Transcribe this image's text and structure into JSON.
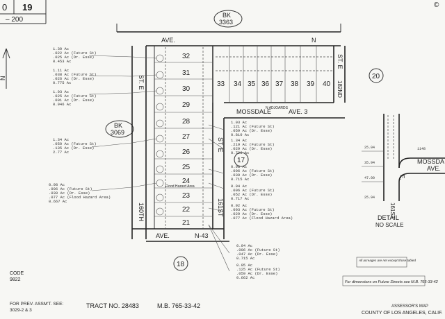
{
  "header": {
    "sheet_left": "0",
    "sheet_number": "19",
    "sheet_sub": "– 200",
    "sheet_right": "©"
  },
  "book_labels": [
    {
      "bk": "BK",
      "num": "3363"
    },
    {
      "bk": "BK",
      "num": "3069"
    }
  ],
  "north_arrow": "N",
  "streets": {
    "ave_top": "AVE.",
    "ave_top_n": "N",
    "st_e_left": "ST. E",
    "st_e_right": "ST. E",
    "st_182nd": "182ND",
    "mossdale": "MOSSDALE",
    "mossdale_ave": "AVE. 3",
    "mossdale_note": "N ADJOARDS",
    "street_160th": "160TH",
    "street_161st": "161ST",
    "st_e_mid": "ST. E",
    "ave_bottom": "AVE.",
    "ave_bottom_n": "N-43"
  },
  "lots_west": [
    "32",
    "31",
    "30",
    "29",
    "28",
    "27",
    "26",
    "25",
    "24",
    "23",
    "22",
    "21"
  ],
  "lots_east": [
    "33",
    "34",
    "35",
    "36",
    "37",
    "38",
    "39",
    "40"
  ],
  "circles": [
    {
      "n": "20"
    },
    {
      "n": "17"
    },
    {
      "n": "18"
    }
  ],
  "left_notes": [
    [
      "1.30 Ac",
      ".022 Ac (Future St)",
      ".025 Ac (Dr. Esse)",
      "0.453 Ac"
    ],
    [
      "1.11 Ac",
      ".038 Ac (Future St)",
      ".026 Ac (Dr. Esse)",
      "0.775 Ac"
    ],
    [
      "1.03 Ac",
      ".025 Ac (Future St)",
      ".001 Ac (Dr. Esse)",
      "0.946 Ac"
    ],
    [
      "1.34 Ac",
      ".050 Ac (Future St)",
      ".135 Ac (Dr. Esse)",
      "2.77 Ac"
    ],
    [
      "0.98 Ac",
      ".006 Ac (Future St)",
      ".039 Ac (Dr. Esse)",
      ".077 Ac (Flood Hazard Area)",
      "0.667 Ac"
    ]
  ],
  "right_notes": [
    [
      "1.03 Ac",
      ".121 Ac (Future St)",
      ".059 Ac (Dr. Esse)",
      "0.810 Ac"
    ],
    [
      "1.34 Ac",
      ".219 Ac (Future St)",
      ".029 Ac (Dr. Esse)",
      "0.726 Ac"
    ],
    [
      "0.98 Ac",
      ".006 Ac (Future St)",
      ".039 Ac (Dr. Esse)",
      "0.715 Ac"
    ],
    [
      "0.94 Ac",
      ".006 Ac (Future St)",
      ".052 Ac (Dr. Esse)",
      "0.717 Ac"
    ],
    [
      "0.92 Ac",
      ".003 Ac (Future St)",
      ".029 Ac (Dr. Esse)",
      ".077 Ac (Flood Hazard Area)"
    ],
    [
      "0.94 Ac",
      ".006 Ac (Future St)",
      ".047 Ac (Dr. Esse)",
      "0.715 Ac"
    ],
    [
      "0.95 Ac",
      ".125 Ac (Future St)",
      ".059 Ac (Dr. Esse)",
      "0.662 Ac"
    ]
  ],
  "lot_marker": "Flood Hazard Area",
  "detail": {
    "title": "DETAIL",
    "subtitle": "NO SCALE",
    "mossda": "MOSSDA",
    "ave": "AVE.",
    "st": "161ST",
    "st_e": "E.",
    "dims": [
      "1148",
      "25.04",
      "35.94",
      "47.00",
      "25.94"
    ]
  },
  "notes_box": {
    "acreages": "All acreages are net except those tabled",
    "dimensions": "For dimensions on Future Streets see M.B. 765-33-42"
  },
  "code": {
    "label": "CODE",
    "value": "9822"
  },
  "footer": {
    "prev_label": "FOR PREV. ASSM'T. SEE:",
    "prev_value": "3029-2 & 3",
    "tract": "TRACT   NO. 28483",
    "mb": "M.B. 765-33-42",
    "assessor": "ASSESSOR'S MAP",
    "county": "COUNTY OF LOS ANGELES, CALIF."
  }
}
